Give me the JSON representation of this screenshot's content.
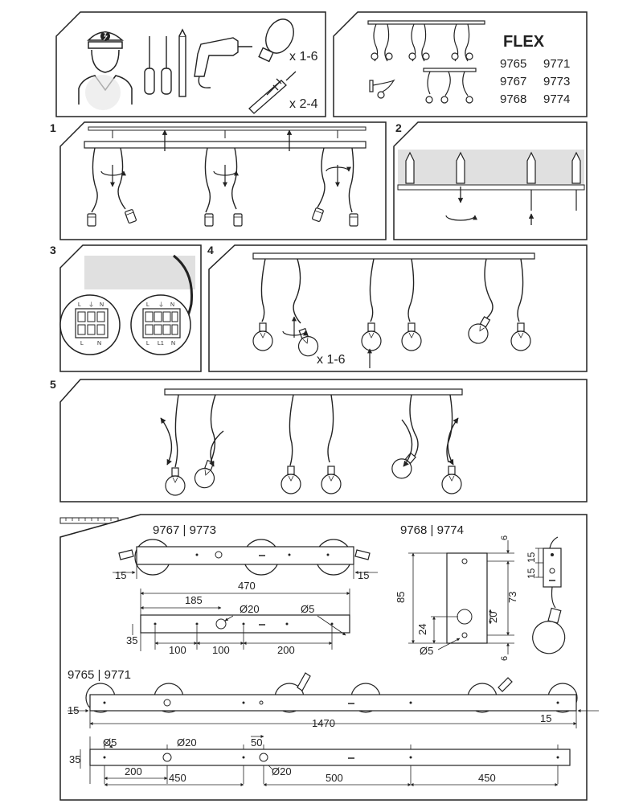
{
  "header": {
    "qty_bulbs": "x 1-6",
    "qty_plugs": "x 2-4",
    "brand": "FLEX",
    "models": [
      [
        "9765",
        "9771"
      ],
      [
        "9767",
        "9773"
      ],
      [
        "9768",
        "9774"
      ]
    ]
  },
  "steps": [
    "1",
    "2",
    "3",
    "4",
    "5"
  ],
  "terminal_labels": {
    "left_top": [
      "L",
      "⏚",
      "N"
    ],
    "left_bottom": [
      "L",
      "N"
    ],
    "right_top": [
      "L",
      "⏚",
      "N"
    ],
    "right_bottom": [
      "L",
      "L1",
      "N"
    ]
  },
  "step4_qty": "x 1-6",
  "dimensions": {
    "model_9767": "9767 | 9773",
    "model_9768": "9768 | 9774",
    "model_9765": "9765 | 9771",
    "d15": "15",
    "d470": "470",
    "d185": "185",
    "dia20": "Ø20",
    "dia5": "Ø5",
    "d35": "35",
    "d100": "100",
    "d200": "200",
    "d85": "85",
    "d73": "73",
    "d24": "24",
    "d20": "20",
    "d6": "6",
    "d1470": "1470",
    "d50": "50",
    "d450": "450",
    "d500": "500"
  }
}
